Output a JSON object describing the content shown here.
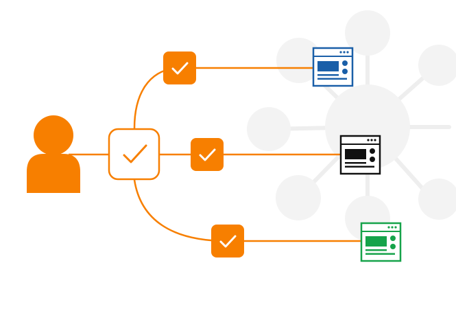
{
  "colors": {
    "accent": "#f77f00",
    "background": "#ffffff",
    "network_bubble": "#f3f3f3",
    "network_link": "#eeeeee",
    "app_blue": "#1a5fa8",
    "app_black": "#111111",
    "app_green": "#16a34a"
  },
  "icons": {
    "user": "user-icon",
    "central_check": "checkmark-icon",
    "route_check": "checkmark-icon",
    "app_window": "app-window-icon",
    "network": "network-hub-icon"
  },
  "routes": [
    {
      "name": "top",
      "app_color": "#1a5fa8"
    },
    {
      "name": "middle",
      "app_color": "#111111"
    },
    {
      "name": "bottom",
      "app_color": "#16a34a"
    }
  ]
}
